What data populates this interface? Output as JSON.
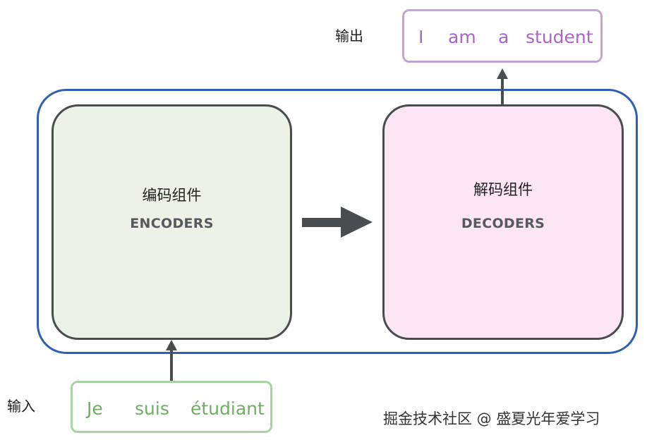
{
  "encoder": {
    "title": "编码组件",
    "subtitle": "ENCODERS",
    "fill": "#ebf3e6"
  },
  "decoder": {
    "title": "解码组件",
    "subtitle": "DECODERS",
    "fill": "#fce6f4"
  },
  "output": {
    "label": "输出",
    "tokens": [
      "I",
      "am",
      "a",
      "student"
    ],
    "color": "#a865c8"
  },
  "input": {
    "label": "输入",
    "tokens": [
      "Je",
      "suis",
      "étudiant"
    ],
    "color": "#6eae62"
  },
  "watermark": "掘金技术社区 @ 盛夏光年爱学习",
  "colors": {
    "outer_border": "#2f5fb5",
    "block_border": "#4a4d50",
    "arrow": "#4a4d50"
  }
}
